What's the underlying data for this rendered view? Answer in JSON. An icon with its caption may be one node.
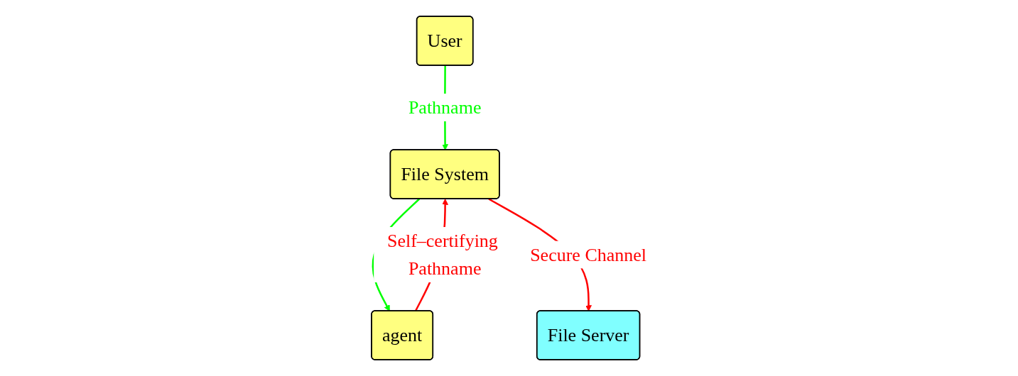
{
  "diagram": {
    "nodes": [
      {
        "text": [
          "User"
        ]
      },
      {
        "text": [
          "agent"
        ]
      },
      {
        "text": [
          "File System"
        ]
      },
      {
        "text": [
          "File Server"
        ]
      }
    ],
    "edges": [
      {
        "from": 0,
        "to": 2,
        "arrow": "to",
        "label": "Pathname",
        "color": "#00ff00"
      },
      {
        "from": 2,
        "to": 1,
        "arrow": "to",
        "color": "#00ff00"
      },
      {
        "from": 1,
        "to": 2,
        "arrow": "to",
        "label": "Self–certifying Pathname",
        "color": "#ff0000"
      },
      {
        "from": 2,
        "to": 3,
        "arrow": "to",
        "label": "Secure Channel",
        "color": "#ff0000"
      }
    ]
  }
}
